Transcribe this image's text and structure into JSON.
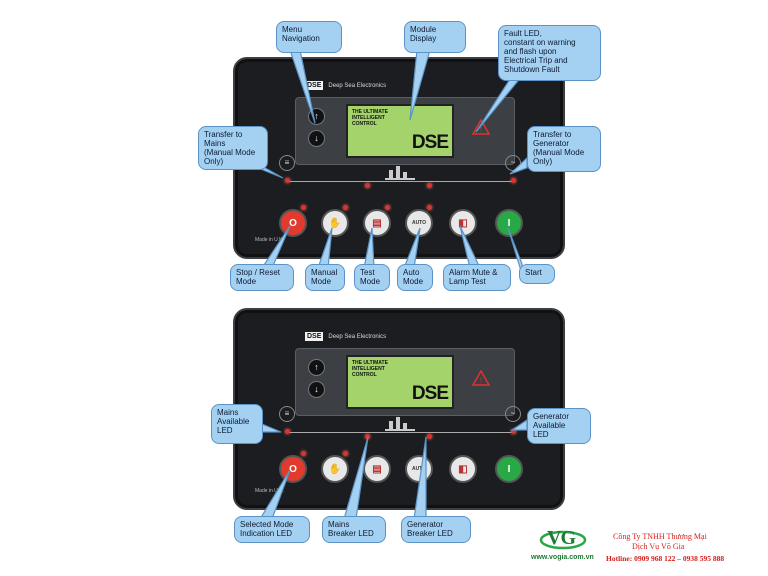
{
  "panel": {
    "brand_box": "DSE",
    "brand_text": "Deep Sea Electronics",
    "lcd_text": "THE ULTIMATE\nINTELLIGENT\nCONTROL",
    "lcd_logo": "DSE",
    "made_in": "Made in U.K."
  },
  "callouts_top": {
    "menu_nav": "Menu\nNavigation",
    "module_display": "Module\nDisplay",
    "fault_led": "Fault LED,\nconstant on warning\nand flash upon\nElectrical Trip and\nShutdown Fault",
    "transfer_mains": "Transfer to\nMains\n(Manual Mode\nOnly)",
    "transfer_gen": "Transfer to\nGenerator\n(Manual Mode\nOnly)",
    "stop_reset": "Stop / Reset\nMode",
    "manual": "Manual\nMode",
    "test": "Test\nMode",
    "auto": "Auto\nMode",
    "alarm_mute": "Alarm Mute &\nLamp Test",
    "start": "Start"
  },
  "callouts_bottom": {
    "mains_available": "Mains\nAvailable\nLED",
    "gen_available": "Generator\nAvailable\nLED",
    "selected_mode": "Selected Mode\nIndication LED",
    "mains_breaker": "Mains\nBreaker LED",
    "gen_breaker": "Generator\nBreaker LED"
  },
  "button_labels": {
    "stop": "O",
    "start": "I",
    "auto": "AUTO"
  },
  "footer": {
    "logo": "VG",
    "website": "www.vogia.com.vn",
    "company_line1": "Công Ty TNHH Thương Mại",
    "company_line2": "Dịch Vụ Võ Gia",
    "hotline": "Hotline: 0909 968 122 – 0938 595 888"
  },
  "colors": {
    "callout_fill": "#a4d1f1",
    "callout_border": "#5b93c7",
    "stop_button": "#e33a2e",
    "start_button": "#29a847",
    "company_red": "#d6201f"
  }
}
